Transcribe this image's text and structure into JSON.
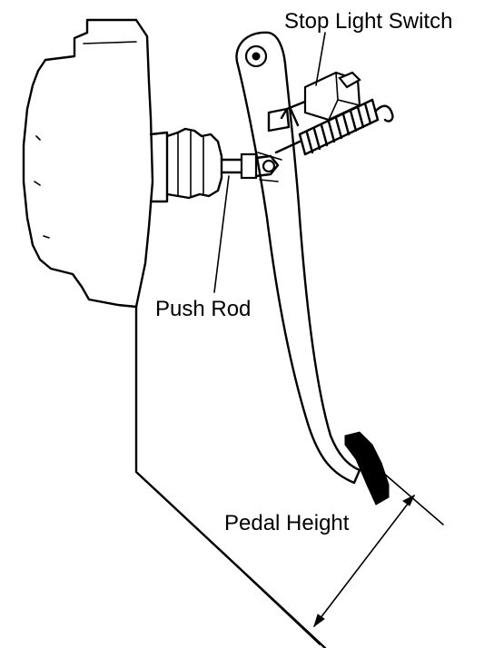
{
  "labels": {
    "stop_light_switch": "Stop Light Switch",
    "push_rod": "Push Rod",
    "pedal_height": "Pedal Height"
  }
}
